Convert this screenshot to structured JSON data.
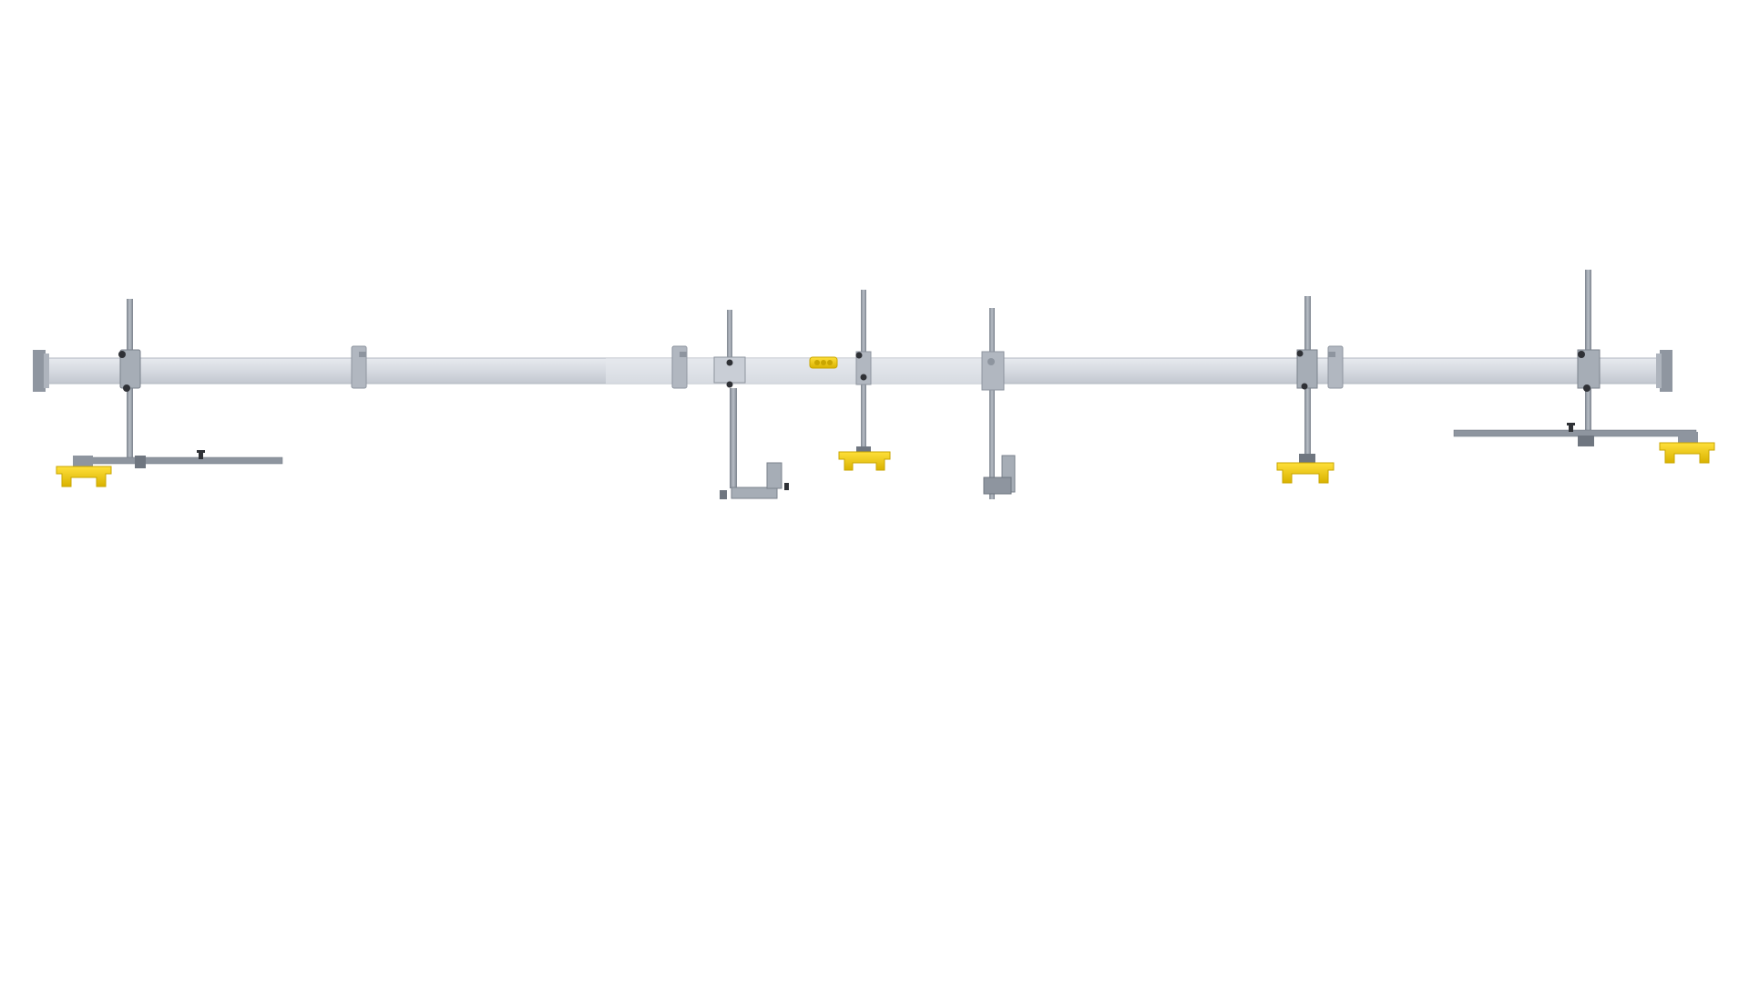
{
  "scene": {
    "background": "#ffffff",
    "colors": {
      "beam_light": "#dde1e8",
      "beam_mid": "#c7ccd5",
      "beam_dark": "#a9afba",
      "rod": "#9aa1ab",
      "rod_dark": "#6f7680",
      "knob": "#2f3136",
      "clamp_yellow": "#f2cf1a",
      "clamp_yellow_dark": "#c9a600"
    },
    "components": [
      {
        "id": "beam-rail",
        "icon": "rail-beam-icon"
      },
      {
        "id": "end-cap-left",
        "icon": "end-cap-icon"
      },
      {
        "id": "end-cap-right",
        "icon": "end-cap-icon"
      },
      {
        "id": "joint-connector-1",
        "icon": "beam-joint-icon"
      },
      {
        "id": "joint-connector-2",
        "icon": "beam-joint-icon"
      },
      {
        "id": "joint-connector-3",
        "icon": "beam-joint-icon"
      },
      {
        "id": "slider-1-with-long-arm",
        "icon": "vertical-rod-icon"
      },
      {
        "id": "slider-2-bracket-arm",
        "icon": "vertical-rod-icon"
      },
      {
        "id": "yellow-sensor-module",
        "icon": "sensor-icon"
      },
      {
        "id": "slider-3-short-clamp",
        "icon": "vertical-rod-icon"
      },
      {
        "id": "slider-4-angle-bracket",
        "icon": "vertical-rod-icon"
      },
      {
        "id": "slider-5-clamp",
        "icon": "vertical-rod-icon"
      },
      {
        "id": "slider-6-with-long-arm",
        "icon": "vertical-rod-icon"
      }
    ]
  }
}
